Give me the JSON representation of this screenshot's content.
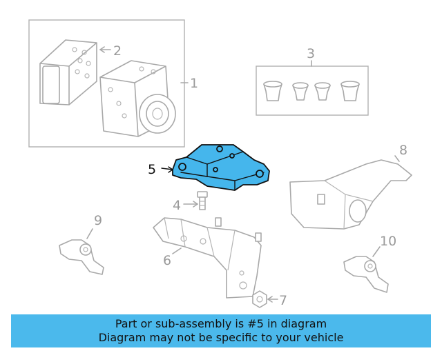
{
  "diagram": {
    "callouts": {
      "c1": "1",
      "c2": "2",
      "c3": "3",
      "c4": "4",
      "c5": "5",
      "c6": "6",
      "c7": "7",
      "c8": "8",
      "c9": "9",
      "c10": "10"
    },
    "highlighted_part": "5",
    "colors": {
      "highlight": "#45b6ec",
      "line": "#a8a8a8",
      "banner": "#4bb9ec"
    }
  },
  "banner": {
    "line1": "Part or sub-assembly is #5 in diagram",
    "line2": "Diagram may not be specific to your vehicle"
  }
}
